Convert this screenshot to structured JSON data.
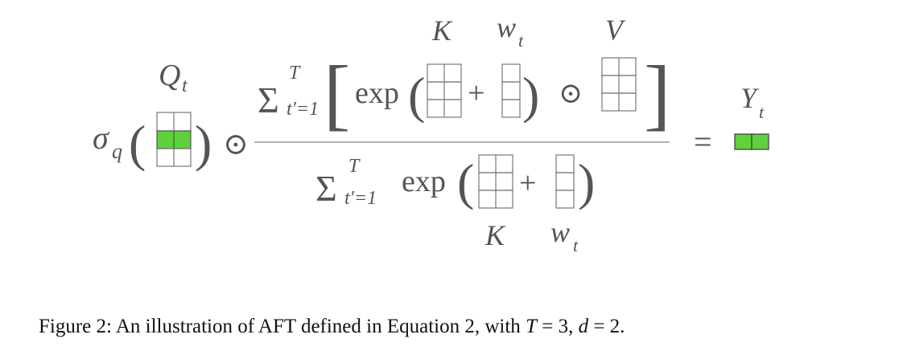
{
  "figure": {
    "label_k": "K",
    "label_w": "w",
    "label_w_sub": "t",
    "label_v": "V",
    "label_q": "Q",
    "label_q_sub": "t",
    "label_y": "Y",
    "label_y_sub": "t",
    "sigma": "σ",
    "sigma_sub": "q",
    "sum_symbol": "Σ",
    "sum_upper": "T",
    "sum_lower": "t′=1",
    "exp": "exp",
    "plus": "+",
    "odot": "⊙",
    "equals": "=",
    "colors": {
      "text": "#555555",
      "grid_stroke": "#777777",
      "highlight": "#5fd13a",
      "fraction_line": "#9a9a9a"
    }
  },
  "caption": {
    "prefix": "Figure 2: An illustration of AFT defined in Equation 2, with ",
    "var_t": "T",
    "eq1": " = 3, ",
    "var_d": "d",
    "eq2": " = 2."
  }
}
